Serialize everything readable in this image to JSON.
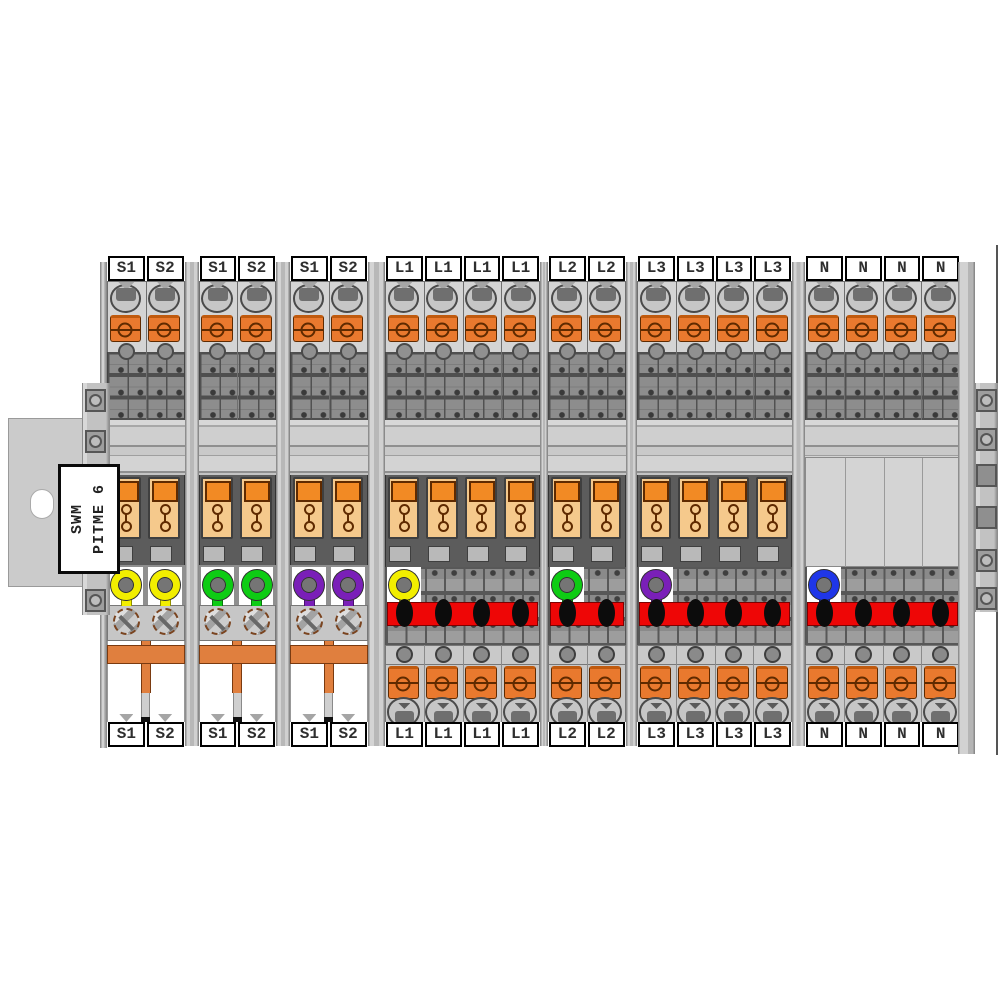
{
  "diagram": {
    "description": "DIN rail fused terminal block assembly with marked circuits",
    "marker": {
      "line1": "SWM",
      "line2": "PITME 6"
    },
    "palette": {
      "busbar_red": "#ee0606",
      "bus_dot_black": "#0c0c0c",
      "clamp_orange": "#e9792e",
      "fuse_body_tan": "#f5c98c",
      "fuse_square_orange": "#f28a24",
      "jumper_orange": "#e07f3e",
      "ring_yellow": "#f2ee00",
      "ring_green": "#0ecc14",
      "ring_purple": "#7a1fb8",
      "ring_blue": "#1f36e8"
    },
    "groups": [
      {
        "id": "s-group-1",
        "labels": [
          "S1",
          "S2"
        ],
        "type": "fused_pair_jumper",
        "ring_color": "#f2ee00",
        "ring_color_name": "yellow",
        "rings_on": "all",
        "busbar_dots": 0
      },
      {
        "id": "s-group-2",
        "labels": [
          "S1",
          "S2"
        ],
        "type": "fused_pair_jumper",
        "ring_color": "#0ecc14",
        "ring_color_name": "green",
        "rings_on": "all",
        "busbar_dots": 0
      },
      {
        "id": "s-group-3",
        "labels": [
          "S1",
          "S2"
        ],
        "type": "fused_pair_jumper",
        "ring_color": "#7a1fb8",
        "ring_color_name": "purple",
        "rings_on": "all",
        "busbar_dots": 0
      },
      {
        "id": "l1-group",
        "labels": [
          "L1",
          "L1",
          "L1",
          "L1"
        ],
        "type": "fused_busbar",
        "ring_color": "#f2ee00",
        "ring_color_name": "yellow",
        "rings_on": "first",
        "busbar_dots": 4
      },
      {
        "id": "l2-group",
        "labels": [
          "L2",
          "L2"
        ],
        "type": "fused_busbar",
        "ring_color": "#0ecc14",
        "ring_color_name": "green",
        "rings_on": "first",
        "busbar_dots": 2
      },
      {
        "id": "l3-group",
        "labels": [
          "L3",
          "L3",
          "L3",
          "L3"
        ],
        "type": "fused_busbar",
        "ring_color": "#7a1fb8",
        "ring_color_name": "purple",
        "rings_on": "first",
        "busbar_dots": 4
      },
      {
        "id": "n-group",
        "labels": [
          "N",
          "N",
          "N",
          "N"
        ],
        "type": "plain_busbar",
        "ring_color": "#1f36e8",
        "ring_color_name": "blue",
        "rings_on": "first",
        "busbar_dots": 4
      }
    ]
  }
}
